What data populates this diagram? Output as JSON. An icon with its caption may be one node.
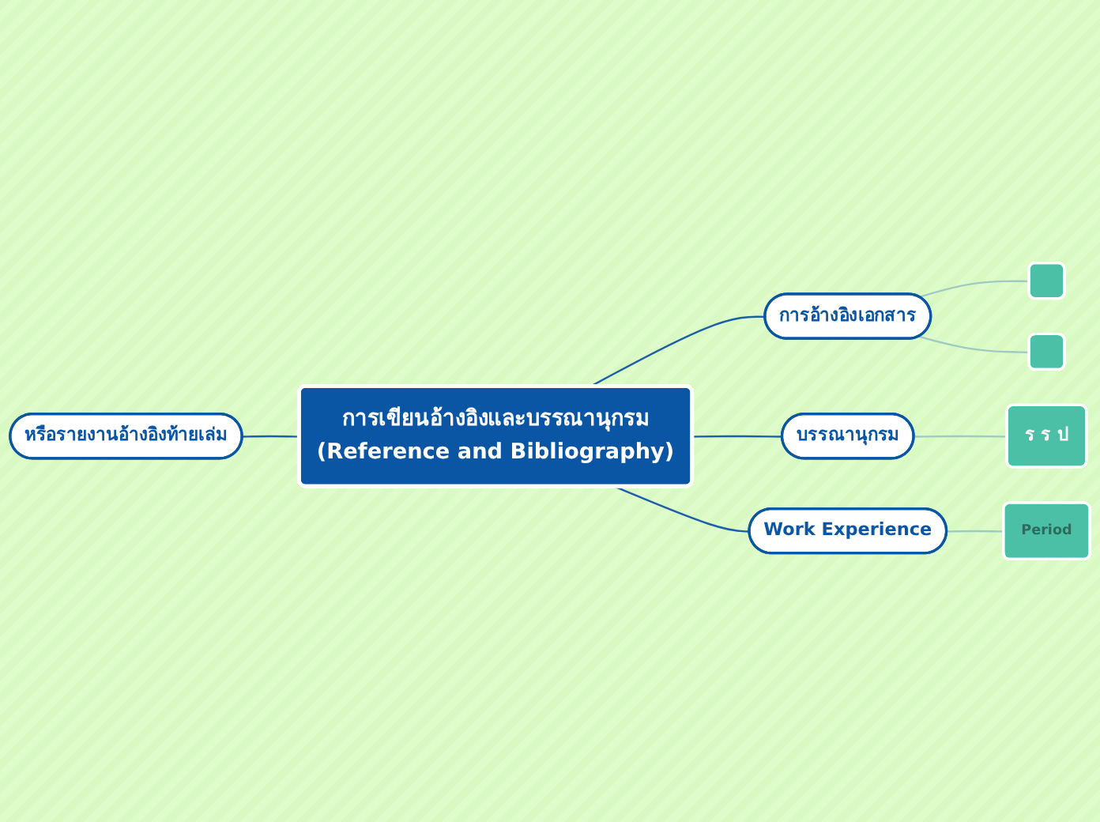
{
  "diagram": {
    "nodes": [
      {
        "text": [
          "การเขียนอ้างอิงและบรรณานุกรม",
          "(Reference and Bibliography)"
        ]
      },
      {
        "text": [
          "หรือรายงานอ้างอิงท้ายเล่ม"
        ]
      },
      {
        "text": [
          "การอ้างอิงเอกสาร"
        ]
      },
      {
        "text": [],
        "shape": "box"
      },
      {
        "text": [],
        "shape": "box"
      },
      {
        "text": [
          "บรรณานุกรม"
        ]
      },
      {
        "text": [
          "ร ร ป"
        ]
      },
      {
        "text": [
          "Work Experience"
        ]
      },
      {
        "text": [
          "Period"
        ]
      }
    ],
    "edges": [
      {
        "from": 1,
        "to": 0,
        "arrow": "none"
      },
      {
        "from": 0,
        "to": 2,
        "arrow": "none"
      },
      {
        "from": 2,
        "to": 3,
        "arrow": "none",
        "color": "#9fcac2"
      },
      {
        "from": 2,
        "to": 4,
        "arrow": "none",
        "color": "#9fcac2"
      },
      {
        "from": 0,
        "to": 5,
        "arrow": "none"
      },
      {
        "from": 5,
        "to": 6,
        "arrow": "none",
        "color": "#9fcac2"
      },
      {
        "from": 0,
        "to": 7,
        "arrow": "none"
      },
      {
        "from": 7,
        "to": 8,
        "arrow": "none",
        "color": "#9fcac2"
      }
    ]
  }
}
